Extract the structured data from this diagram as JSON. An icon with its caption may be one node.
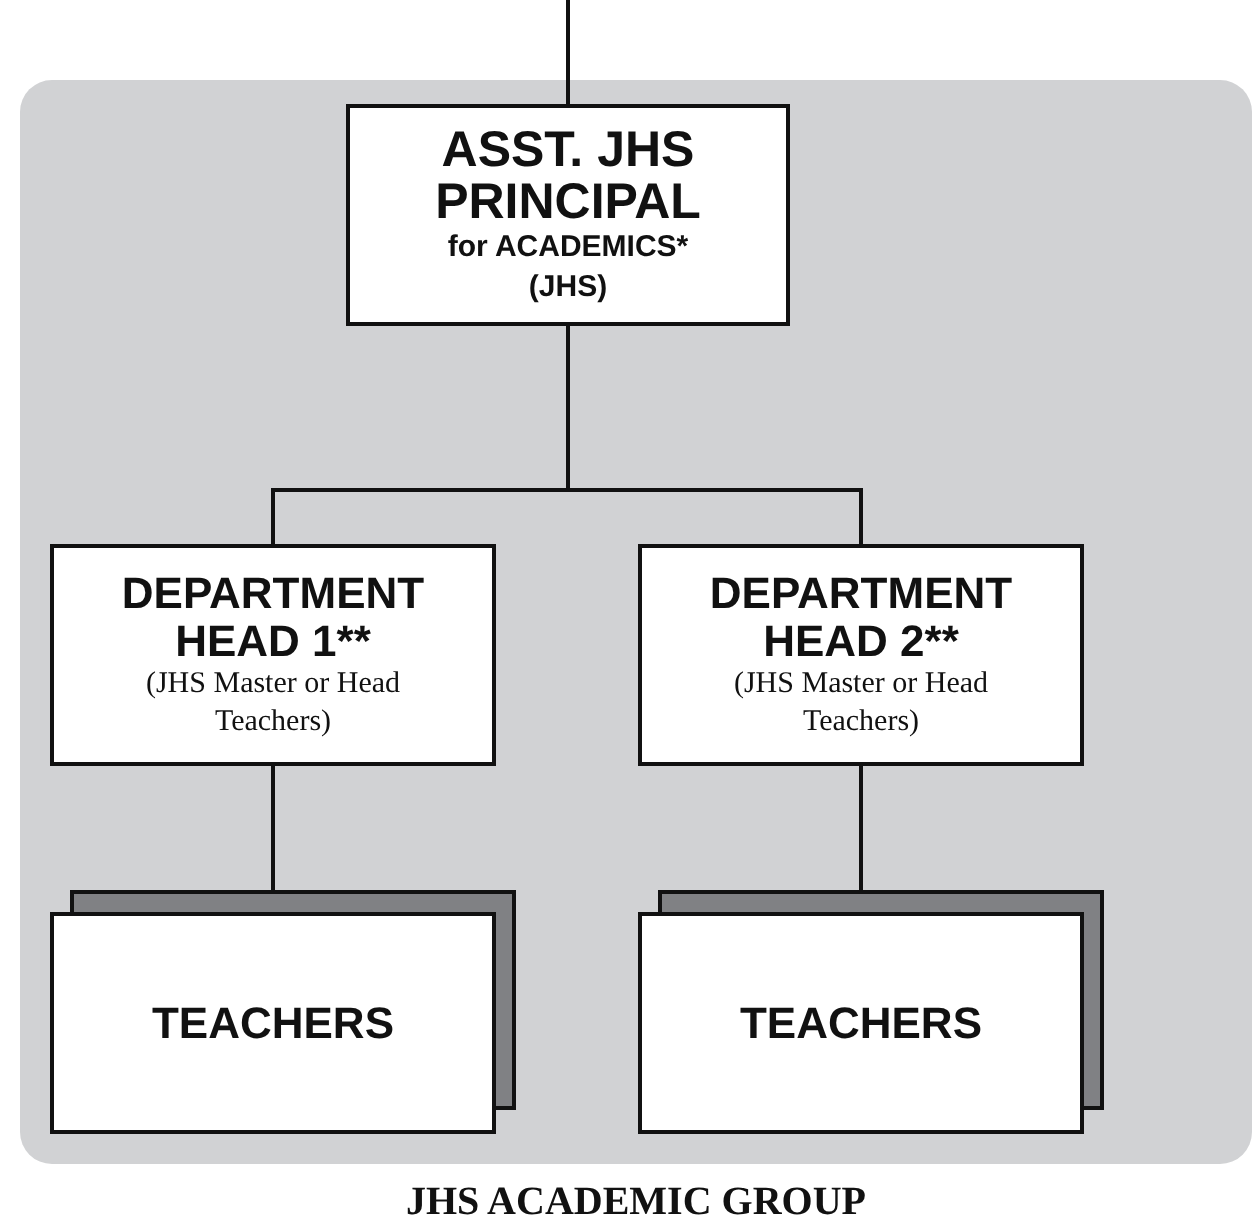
{
  "diagram": {
    "nodes": [
      {
        "text": [
          "JHS ACADEMIC GROUP"
        ]
      },
      {
        "text": [
          "ASST. JHS PRINCIPAL",
          "for ACADEMICS*",
          "(JHS)"
        ],
        "in": 0
      },
      {
        "text": [
          "DEPARTMENT HEAD 1**",
          "(JHS Master or Head Teachers)"
        ],
        "in": 0
      },
      {
        "text": [
          "DEPARTMENT HEAD 2**",
          "(JHS Master or Head Teachers)"
        ],
        "in": 0
      },
      {
        "text": [
          "TEACHERS"
        ],
        "in": 0
      },
      {
        "text": [
          "TEACHERS"
        ],
        "in": 0
      }
    ],
    "edges": [
      {
        "from": null,
        "to": 1,
        "arrow": "none"
      },
      {
        "from": 1,
        "to": 2,
        "arrow": "none"
      },
      {
        "from": 1,
        "to": 3,
        "arrow": "none"
      },
      {
        "from": 2,
        "to": 4,
        "arrow": "none"
      },
      {
        "from": 3,
        "to": 5,
        "arrow": "none"
      }
    ]
  }
}
